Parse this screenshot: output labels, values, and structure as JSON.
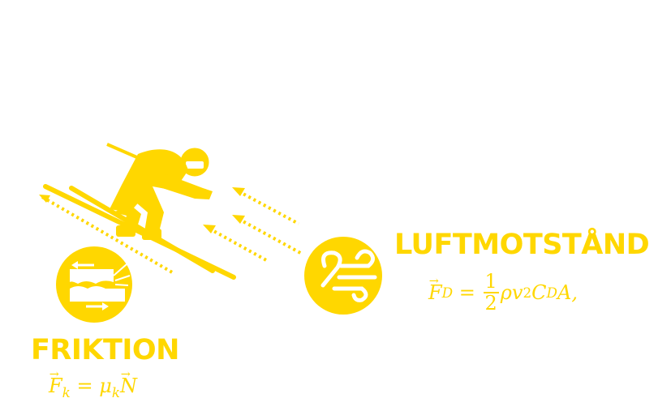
{
  "colors": {
    "accent": "#FFD700",
    "background": "#FFFFFF"
  },
  "icons": [
    "skier-icon",
    "friction-icon",
    "wind-icon",
    "motion-line",
    "air-flow-arrow"
  ],
  "friction": {
    "title": "FRIKTION",
    "formula": {
      "F": "F",
      "k": "k",
      "eq": " = ",
      "mu": "μ",
      "N": "N"
    }
  },
  "drag": {
    "title": "LUFTMOTSTÅND",
    "formula": {
      "F": "F",
      "D": "D",
      "eq": " = ",
      "num": "1",
      "den": "2",
      "rho_v": "ρv",
      "two": "2",
      "C": "C",
      "CD": "D",
      "A": "A,"
    }
  }
}
